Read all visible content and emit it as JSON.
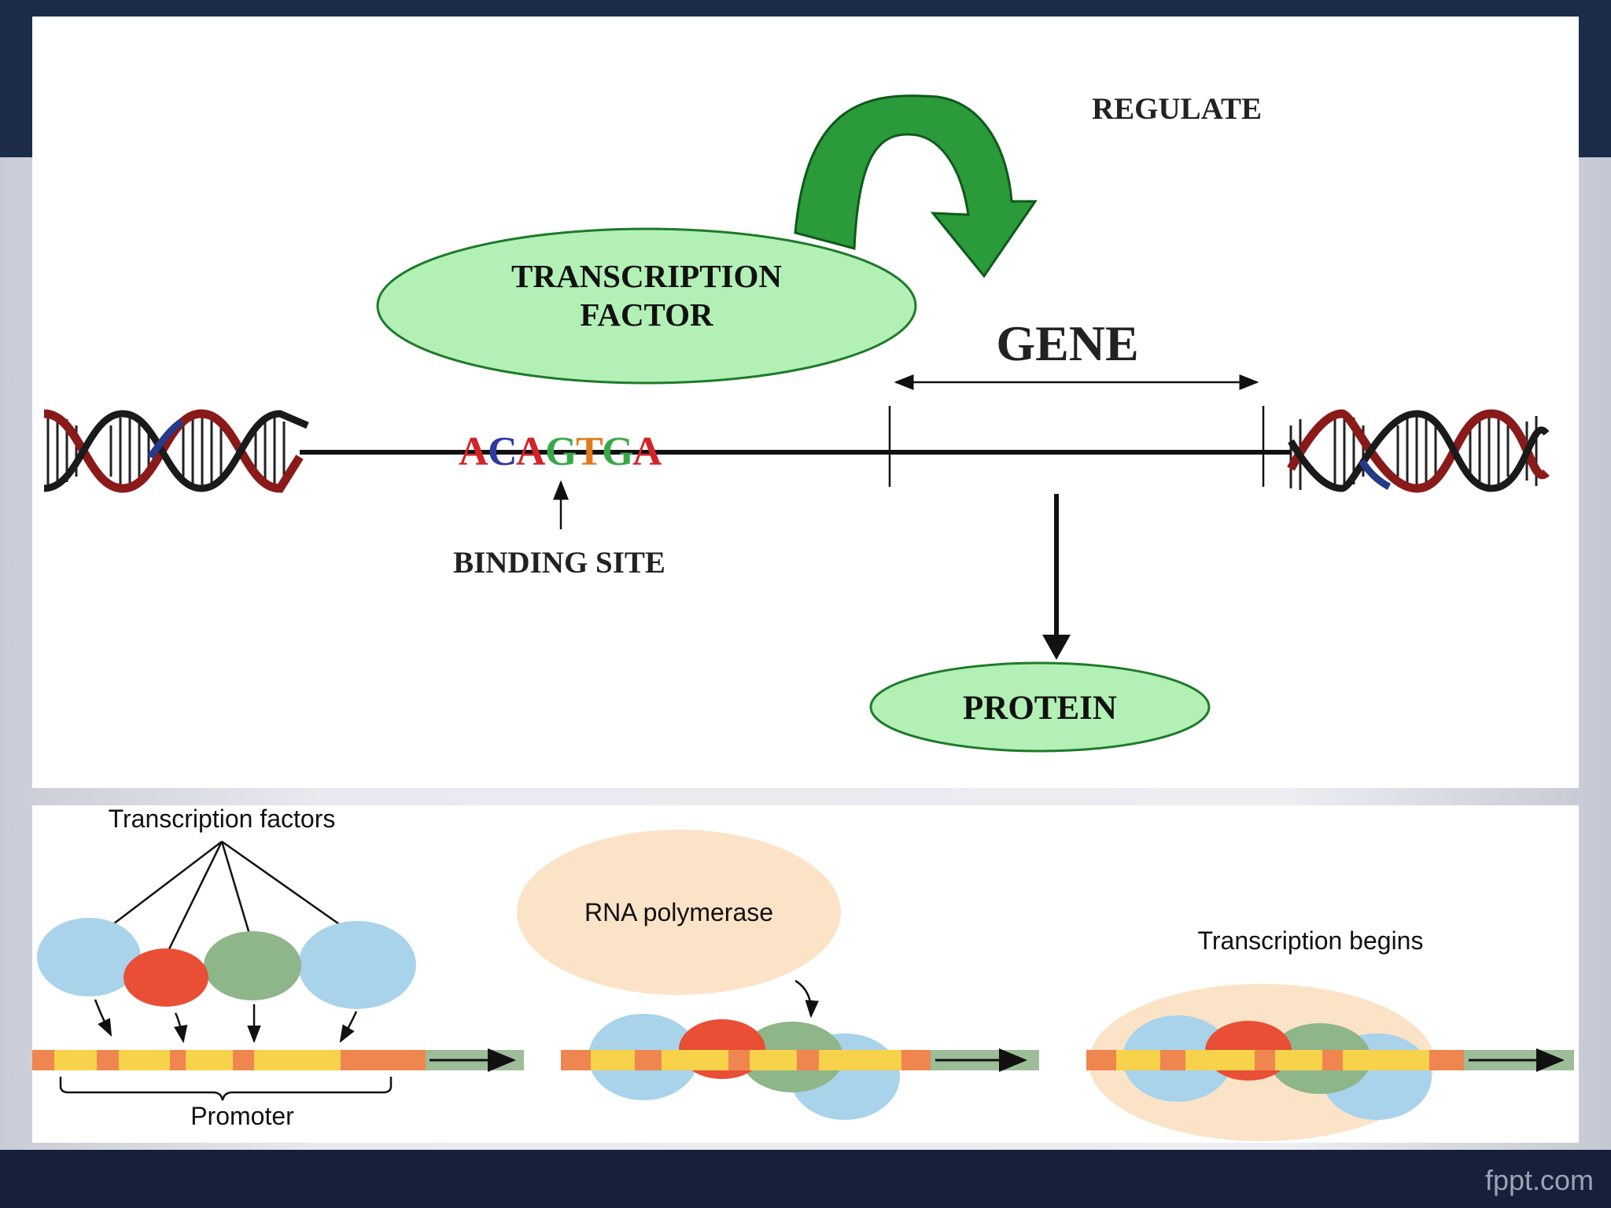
{
  "top_diagram": {
    "regulate_label": "REGULATE",
    "transcription_factor_line1": "TRANSCRIPTION",
    "transcription_factor_line2": "FACTOR",
    "gene_label": "GENE",
    "sequence": [
      "A",
      "C",
      "A",
      "G",
      "T",
      "G",
      "A"
    ],
    "sequence_colors": [
      "#d0242a",
      "#2c3aa0",
      "#d0242a",
      "#3aa84a",
      "#e07b20",
      "#3aa84a",
      "#d0242a"
    ],
    "binding_site_label": "BINDING SITE",
    "protein_label": "PROTEIN",
    "ellipse_fill": "#b3f0b6",
    "arrow_color": "#1f8a2e"
  },
  "bottom_diagram": {
    "transcription_factors_label": "Transcription factors",
    "promoter_label": "Promoter",
    "rna_polymerase_label": "RNA polymerase",
    "transcription_begins_label": "Transcription begins",
    "factor_colors": [
      "#a8d3ea",
      "#e84f35",
      "#8fb58a",
      "#a8d3ea"
    ],
    "polymerase_color": "#fbe3c8",
    "strand_yellow": "#f7d24b",
    "strand_orange": "#ef8650",
    "strand_green": "#9dbd99"
  },
  "footer": {
    "logo": "fppt.com"
  }
}
